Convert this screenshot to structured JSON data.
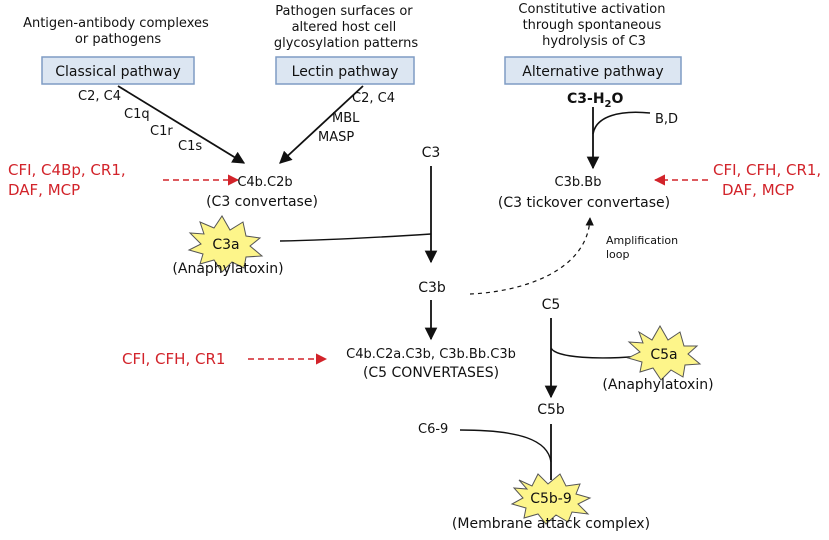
{
  "sources": {
    "classical": [
      "Antigen-antibody complexes",
      "or pathogens"
    ],
    "lectin": [
      "Pathogen surfaces or",
      "altered host cell",
      "glycosylation patterns"
    ],
    "alternative": [
      "Constitutive activation",
      "through spontaneous",
      "hydrolysis of C3"
    ]
  },
  "pathways": {
    "classical": "Classical pathway",
    "lectin": "Lectin pathway",
    "alternative": "Alternative pathway"
  },
  "classical_factors": [
    "C2, C4",
    "C1q",
    "C1r",
    "C1s"
  ],
  "lectin_factors": [
    "C2, C4",
    "MBL",
    "MASP"
  ],
  "alternative_factors": {
    "start": "C3-H",
    "start_sub": "2",
    "start_end": "O",
    "bd": "B,D"
  },
  "inhibitors": {
    "classical": [
      "CFI, C4Bp, CR1,",
      "DAF, MCP"
    ],
    "alternative": [
      "CFI, CFH, CR1,",
      "DAF, MCP"
    ],
    "c5": "CFI, CFH, CR1"
  },
  "nodes": {
    "c4b_c2b": "C4b.C2b",
    "c3_convertase": "(C3 convertase)",
    "c3": "C3",
    "c3a": "C3a",
    "anaphylatoxin_1": "(Anaphylatoxin)",
    "c3b_bb": "C3b.Bb",
    "c3_tickover": "(C3 tickover convertase)",
    "amplification": [
      "Amplification",
      "loop"
    ],
    "c3b": "C3b",
    "c5": "C5",
    "c5_convertases_list": "C4b.C2a.C3b, C3b.Bb.C3b",
    "c5_convertases": "(C5 CONVERTASES)",
    "c5a": "C5a",
    "anaphylatoxin_2": "(Anaphylatoxin)",
    "c5b": "C5b",
    "c6_9": "C6-9",
    "c5b_9": "C5b-9",
    "mac": "(Membrane attack complex)"
  },
  "colors": {
    "inhibitor": "#d2232a",
    "burst": "#fdf58a",
    "box": "#dce6f2"
  }
}
